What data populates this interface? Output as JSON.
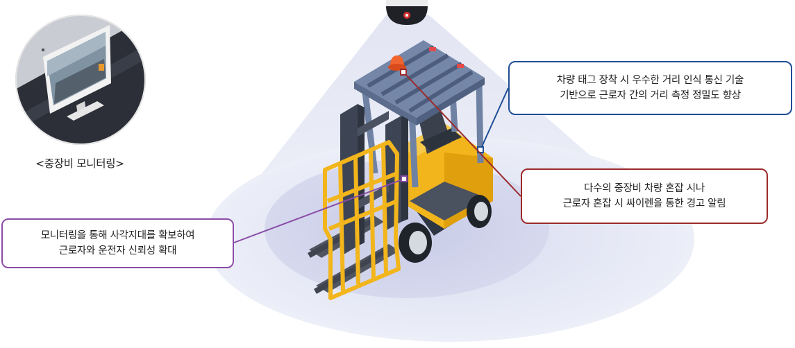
{
  "monitor": {
    "caption": "<중장비 모니터링>"
  },
  "callouts": {
    "tag": {
      "line1": "차량 태그 장착 시 우수한 거리 인식 통신 기술",
      "line2": "기반으로 근로자 간의 거리 측정 정밀도 향상",
      "color": "#1f4e96"
    },
    "siren": {
      "line1": "다수의 중장비 차량 혼잡 시나",
      "line2": "근로자 혼잡 시 싸이렌을 통한 경고 알림",
      "color": "#9b2a2a"
    },
    "monitor": {
      "line1": "모니터링을 통해 사각지대를 확보하여",
      "line2": "근로자와 운전자 신뢰성 확대",
      "color": "#8a4ca6"
    }
  }
}
